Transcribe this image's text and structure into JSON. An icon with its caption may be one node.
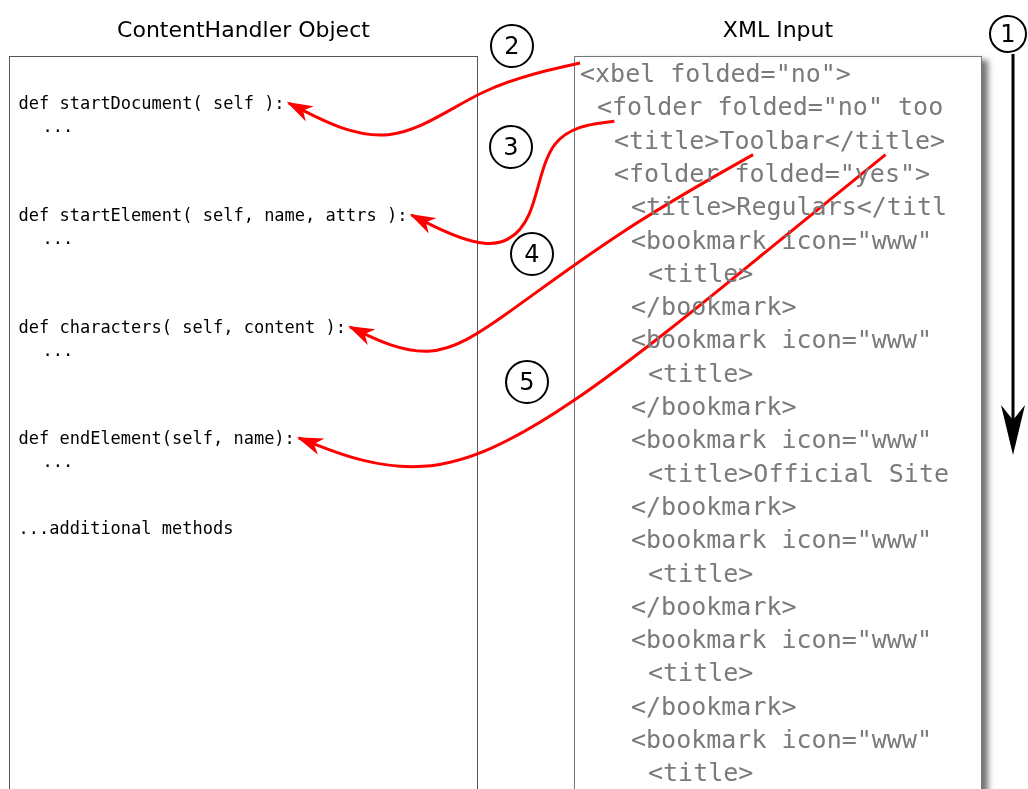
{
  "diagram": {
    "nodes": [
      {
        "text": [
          "ContentHandler Object"
        ]
      },
      {
        "text": [
          "def startDocument( self ):",
          "..."
        ],
        "in": 0
      },
      {
        "text": [
          "def startElement( self, name, attrs ):",
          "..."
        ],
        "in": 0
      },
      {
        "text": [
          "def characters( self, content ):",
          "..."
        ],
        "in": 0
      },
      {
        "text": [
          "def endElement(self, name):",
          "..."
        ],
        "in": 0
      },
      {
        "text": [
          "...additional methods"
        ],
        "in": 0
      },
      {
        "text": [
          "XML Input"
        ]
      },
      {
        "text": [
          "<xbel folded=\"no\">"
        ],
        "in": 6
      },
      {
        "text": [
          "<folder folded=\"no\" too"
        ],
        "in": 6
      },
      {
        "text": [
          "<title>Toolbar</title>"
        ],
        "in": 6
      },
      {
        "text": [
          "<folder folded=\"yes\">"
        ],
        "in": 6
      },
      {
        "text": [
          "<title>Regulars</titl"
        ],
        "in": 6
      },
      {
        "text": [
          "<bookmark icon=\"www\""
        ],
        "in": 6
      },
      {
        "text": [
          "<title>"
        ],
        "in": 6
      },
      {
        "text": [
          "</bookmark>"
        ],
        "in": 6
      },
      {
        "text": [
          "<bookmark icon=\"www\""
        ],
        "in": 6
      },
      {
        "text": [
          "<title>"
        ],
        "in": 6
      },
      {
        "text": [
          "</bookmark>"
        ],
        "in": 6
      },
      {
        "text": [
          "<bookmark icon=\"www\""
        ],
        "in": 6
      },
      {
        "text": [
          "<title>Official Site"
        ],
        "in": 6
      },
      {
        "text": [
          "</bookmark>"
        ],
        "in": 6
      },
      {
        "text": [
          "<bookmark icon=\"www\""
        ],
        "in": 6
      },
      {
        "text": [
          "<title>"
        ],
        "in": 6
      },
      {
        "text": [
          "</bookmark>"
        ],
        "in": 6
      },
      {
        "text": [
          "<bookmark icon=\"www\""
        ],
        "in": 6
      },
      {
        "text": [
          "<title>"
        ],
        "in": 6
      },
      {
        "text": [
          "</bookmark>"
        ],
        "in": 6
      },
      {
        "text": [
          "<bookmark icon=\"www\""
        ],
        "in": 6
      },
      {
        "text": [
          "<title>"
        ],
        "in": 6
      },
      {
        "text": [
          "1"
        ]
      },
      {
        "text": [
          "2"
        ]
      },
      {
        "text": [
          "3"
        ]
      },
      {
        "text": [
          "4"
        ]
      },
      {
        "text": [
          "5"
        ]
      }
    ],
    "edges": [
      {
        "from": 7,
        "to": 1,
        "arrow": "to"
      },
      {
        "from": 8,
        "to": 2,
        "arrow": "to"
      },
      {
        "from": 9,
        "to": 3,
        "arrow": "to"
      },
      {
        "from": 9,
        "to": 4,
        "arrow": "to"
      }
    ]
  }
}
